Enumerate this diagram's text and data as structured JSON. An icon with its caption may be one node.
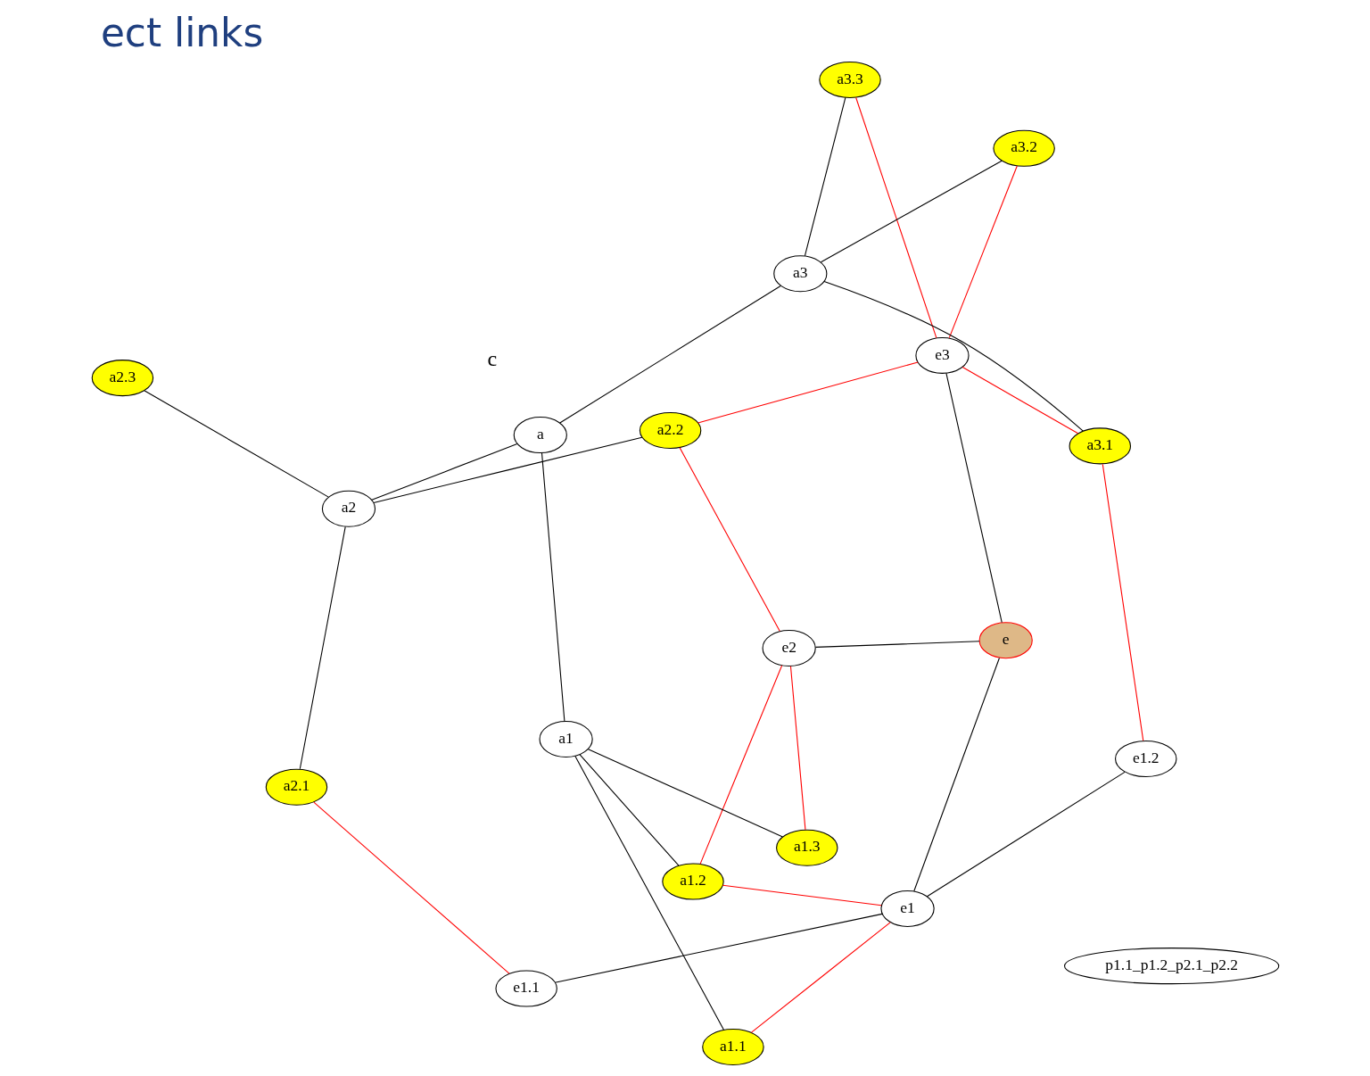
{
  "diagram": {
    "title": "ect links",
    "nodes": [
      {
        "text": [
          "a2.1"
        ]
      },
      {
        "text": [
          "a2.3"
        ]
      },
      {
        "text": [
          "e1.1"
        ]
      },
      {
        "text": [
          "a2"
        ]
      },
      {
        "text": [
          "a1.2"
        ]
      },
      {
        "text": [
          "a2.2"
        ]
      },
      {
        "text": [
          "e2"
        ]
      },
      {
        "text": [
          "e1"
        ]
      },
      {
        "text": [
          "a"
        ]
      },
      {
        "text": [
          "a1.1"
        ]
      },
      {
        "text": [
          "a1"
        ]
      },
      {
        "text": [
          "p1.1_p1.2_p2.1_p2.2"
        ]
      },
      {
        "text": [
          "e"
        ]
      },
      {
        "text": [
          "e3"
        ]
      },
      {
        "text": [
          "a3.2"
        ]
      },
      {
        "text": [
          "a1.3"
        ]
      },
      {
        "text": [
          "a3"
        ]
      },
      {
        "text": [
          "e1.2"
        ]
      },
      {
        "text": [
          "a3.1"
        ]
      },
      {
        "text": [
          "a3.3"
        ]
      }
    ],
    "edges": [
      {
        "from": 0,
        "to": 2,
        "arrow": "none",
        "color": "#ff0000"
      },
      {
        "from": 0,
        "to": 3,
        "arrow": "none"
      },
      {
        "from": 1,
        "to": 3,
        "arrow": "none"
      },
      {
        "from": 2,
        "to": 7,
        "arrow": "none"
      },
      {
        "from": 3,
        "to": 8,
        "arrow": "none"
      },
      {
        "from": 3,
        "to": 5,
        "arrow": "none"
      },
      {
        "from": 4,
        "to": 6,
        "arrow": "none",
        "color": "#ff0000"
      },
      {
        "from": 4,
        "to": 7,
        "arrow": "none",
        "color": "#ff0000"
      },
      {
        "from": 4,
        "to": 10,
        "arrow": "none"
      },
      {
        "from": 6,
        "to": 5,
        "arrow": "none",
        "color": "#ff0000"
      },
      {
        "from": 6,
        "to": 15,
        "arrow": "none",
        "color": "#ff0000"
      },
      {
        "from": 6,
        "to": 12,
        "arrow": "none"
      },
      {
        "from": 9,
        "to": 7,
        "arrow": "none",
        "color": "#ff0000"
      },
      {
        "from": 9,
        "to": 10,
        "arrow": "none"
      },
      {
        "from": 7,
        "to": 12,
        "arrow": "none"
      },
      {
        "from": 7,
        "to": 17,
        "arrow": "none"
      },
      {
        "from": 10,
        "to": 8,
        "arrow": "none"
      },
      {
        "from": 10,
        "to": 15,
        "arrow": "none"
      },
      {
        "from": 5,
        "to": 13,
        "arrow": "none",
        "color": "#ff0000"
      },
      {
        "from": 8,
        "to": 16,
        "arrow": "none"
      },
      {
        "from": 12,
        "to": 13,
        "arrow": "none"
      },
      {
        "from": 13,
        "to": 14,
        "arrow": "none",
        "color": "#ff0000"
      },
      {
        "from": 13,
        "to": 18,
        "arrow": "none",
        "color": "#ff0000"
      },
      {
        "from": 13,
        "to": 19,
        "arrow": "none",
        "color": "#ff0000"
      },
      {
        "from": 16,
        "to": 14,
        "arrow": "none"
      },
      {
        "from": 16,
        "to": 18,
        "arrow": "none"
      },
      {
        "from": 16,
        "to": 19,
        "arrow": "none"
      },
      {
        "from": 17,
        "to": 18,
        "arrow": "none",
        "color": "#ff0000"
      }
    ],
    "labels": [
      "c"
    ]
  }
}
